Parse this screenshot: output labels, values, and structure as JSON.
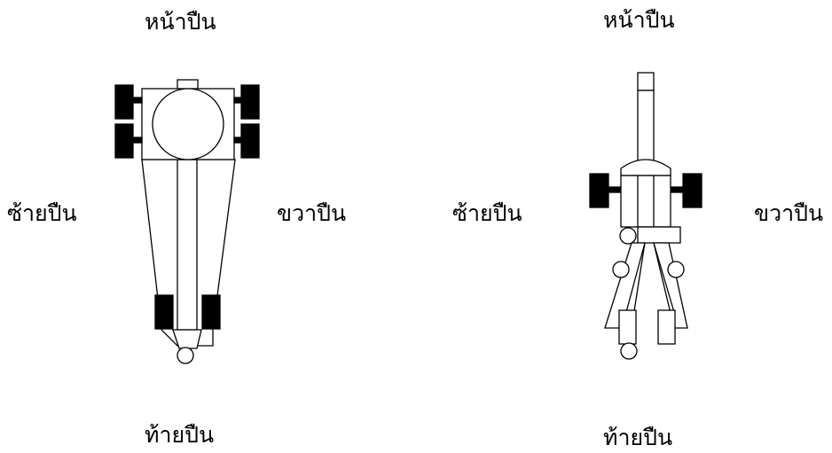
{
  "left_diagram": {
    "front": "หน้าปืน",
    "left": "ซ้ายปืน",
    "right": "ขวาปืน",
    "rear": "ท้ายปืน"
  },
  "right_diagram": {
    "front": "หน้าปืน",
    "left": "ซ้ายปืน",
    "right": "ขวาปืน",
    "rear": "ท้ายปืน"
  },
  "colors": {
    "line": "#000000",
    "wheel": "#000000",
    "background": "#ffffff"
  }
}
